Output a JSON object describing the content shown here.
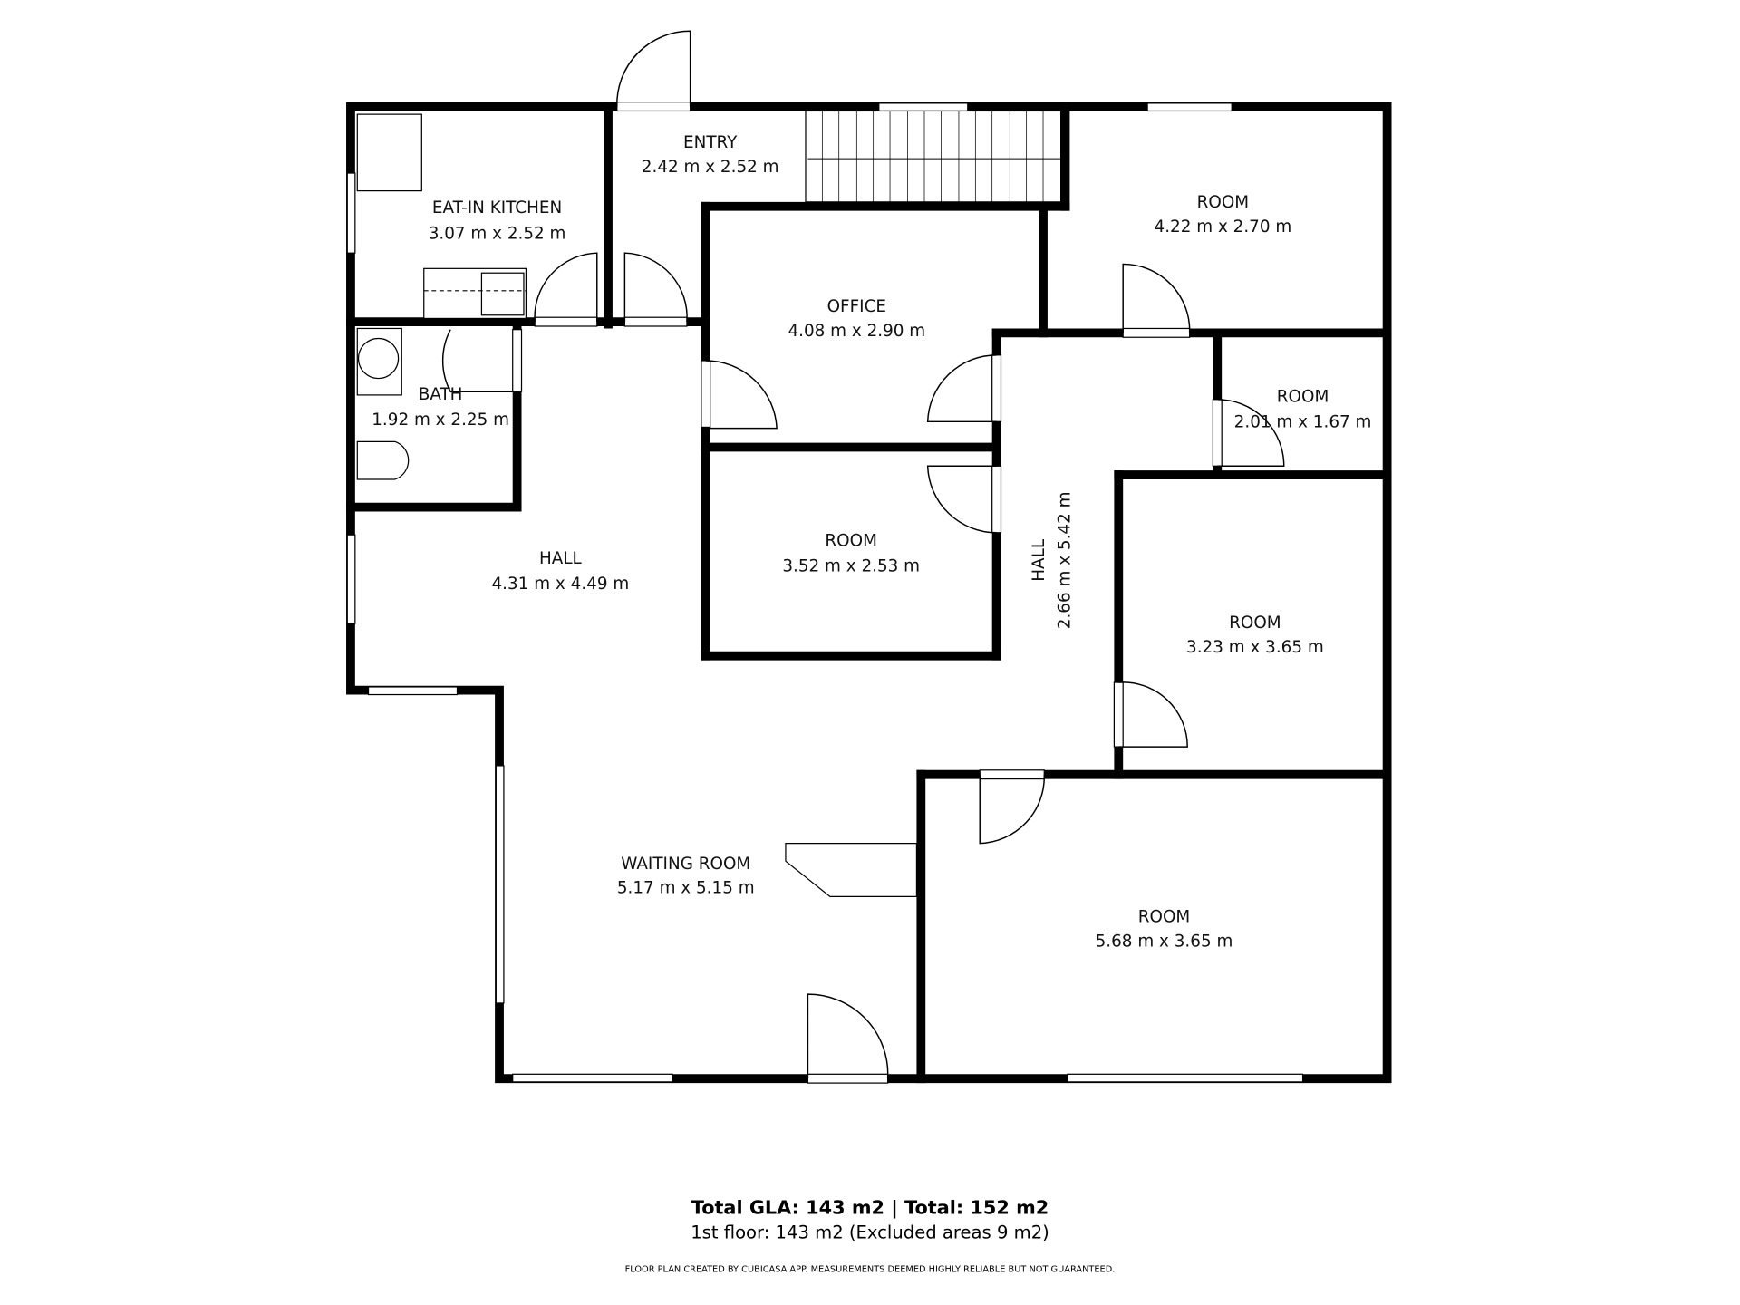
{
  "rooms": [
    {
      "name": "EAT-IN KITCHEN",
      "size": "3.07 m x 2.52 m"
    },
    {
      "name": "ENTRY",
      "size": "2.42 m x 2.52 m"
    },
    {
      "name": "ROOM",
      "size": "4.22 m x 2.70 m"
    },
    {
      "name": "OFFICE",
      "size": "4.08 m x 2.90 m"
    },
    {
      "name": "BATH",
      "size": "1.92 m x 2.25 m"
    },
    {
      "name": "ROOM",
      "size": "2.01 m x 1.67 m"
    },
    {
      "name": "HALL",
      "size": "4.31 m x 4.49 m"
    },
    {
      "name": "ROOM",
      "size": "3.52 m x 2.53 m"
    },
    {
      "name": "HALL",
      "size": "2.66 m x 5.42 m"
    },
    {
      "name": "ROOM",
      "size": "3.23 m x 3.65 m"
    },
    {
      "name": "WAITING ROOM",
      "size": "5.17 m x 5.15 m"
    },
    {
      "name": "ROOM",
      "size": "5.68 m x 3.65 m"
    }
  ],
  "footer": {
    "totals": "Total GLA: 143 m2 | Total: 152 m2",
    "floor": "1st floor: 143 m2 (Excluded areas 9 m2)",
    "disclaimer": "FLOOR PLAN CREATED BY CUBICASA APP. MEASUREMENTS DEEMED HIGHLY RELIABLE BUT NOT GUARANTEED."
  }
}
